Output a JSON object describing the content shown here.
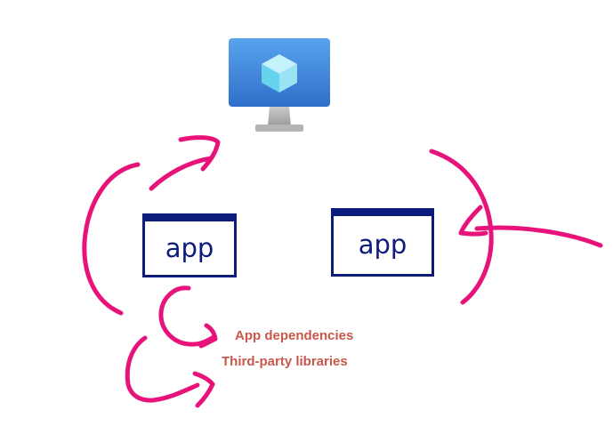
{
  "apps": {
    "left_label": "app",
    "right_label": "app"
  },
  "annotations": {
    "app_dependencies": "App dependencies",
    "third_party_libraries": "Third-party libraries"
  },
  "icons": {
    "vm": "virtual-machine-monitor-icon",
    "cube": "cube-icon"
  },
  "colors": {
    "ink": "#e8137a",
    "app_border": "#0d1b7a",
    "annotation_text": "#c8584a",
    "monitor_blue": "#3c87d8"
  }
}
